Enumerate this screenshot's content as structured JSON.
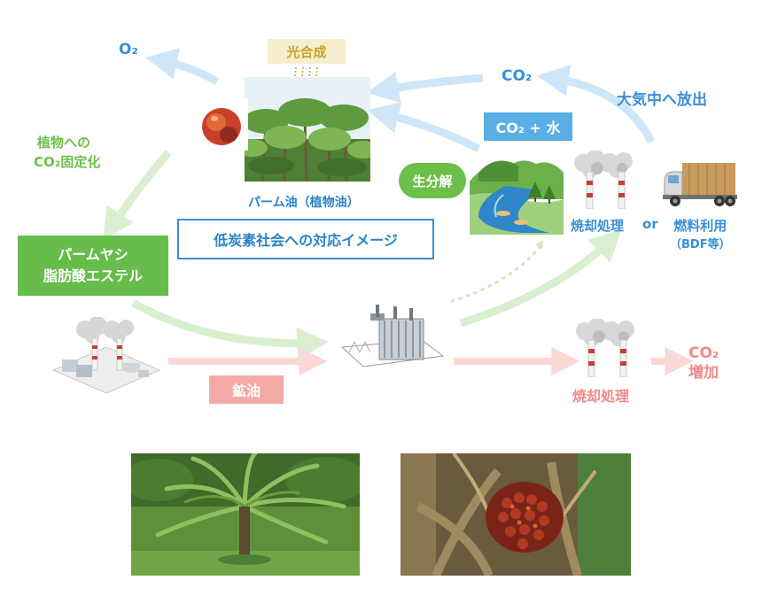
{
  "labels": {
    "o2": "O₂",
    "photosynthesis": "光合成",
    "co2_top": "CO₂",
    "release": "大気中へ放出",
    "co2_water": "CO₂ + 水",
    "fixation_1": "植物への",
    "fixation_2": "CO₂固定化",
    "palm_oil": "パーム油（植物油）",
    "biodegradation": "生分解",
    "incineration": "焼却処理",
    "or": "or",
    "fuel": "燃料利用",
    "bdf": "（BDF等）",
    "low_carbon": "低炭素社会への対応イメージ",
    "ester_1": "パームヤシ",
    "ester_2": "脂肪酸エステル",
    "mineral_oil": "鉱油",
    "incineration_2": "焼却処理",
    "co2_increase_1": "CO₂",
    "co2_increase_2": "増加"
  },
  "colors": {
    "blue_text": "#3a8fd8",
    "green_text": "#6cc04a",
    "pink_text": "#ef8a86",
    "arrow_blue": "#cfe6f8",
    "arrow_green": "#d9efd0",
    "arrow_pink": "#f9d8d6",
    "ester_box": "#66bd4c",
    "co2_water_box": "#59aee6",
    "photosynthesis_box": "#f6efcf",
    "mineral_oil_box": "#f3a9a5"
  },
  "icons": {
    "palm_fruit": "palm-fruit-icon",
    "palm_plantation": "palm-plantation-image",
    "river_landscape": "river-landscape-icon",
    "incinerator": "incinerator-icon",
    "truck": "truck-icon",
    "factory": "factory-icon",
    "transformer": "transformer-icon",
    "palm_tree_photo": "palm-tree-photo",
    "palm_fruit_bunch_photo": "palm-fruit-bunch-photo"
  }
}
